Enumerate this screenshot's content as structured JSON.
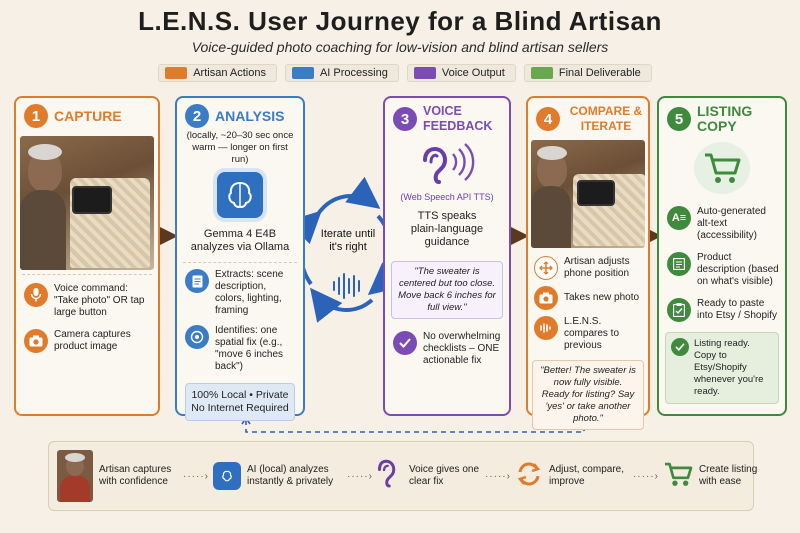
{
  "title": "L.E.N.S. User Journey for a Blind Artisan",
  "subtitle": "Voice-guided photo coaching for low-vision and blind artisan sellers",
  "legend": [
    {
      "label": "Artisan Actions",
      "color": "#e07b2b"
    },
    {
      "label": "AI Processing",
      "color": "#3a7cc6"
    },
    {
      "label": "Voice Output",
      "color": "#7b4cb3"
    },
    {
      "label": "Final Deliverable",
      "color": "#6aa84f"
    }
  ],
  "steps": {
    "capture": {
      "number": "1",
      "title": "CAPTURE",
      "color": "#e07b2b",
      "items": [
        {
          "icon": "microphone-icon",
          "text": "Voice command: \"Take photo\" OR tap large button"
        },
        {
          "icon": "camera-icon",
          "text": "Camera captures product image"
        }
      ]
    },
    "analysis": {
      "number": "2",
      "title": "ANALYSIS",
      "color": "#3a7cc6",
      "note": "(locally, ~20–30 sec once warm — longer on first run)",
      "model": "Gemma 4 E4B analyzes via Ollama",
      "items": [
        {
          "icon": "document-icon",
          "text": "Extracts: scene description, colors, lighting, framing"
        },
        {
          "icon": "target-icon",
          "text": "Identifies: one spatial fix (e.g., \"move 6 inches back\")"
        }
      ],
      "badge_line1": "100% Local • Private",
      "badge_line2": "No Internet Required"
    },
    "loop": {
      "text": "Iterate until it's right"
    },
    "voice": {
      "number": "3",
      "title": "VOICE FEEDBACK",
      "color": "#7b4cb3",
      "api": "(Web Speech API TTS)",
      "tts": "TTS speaks plain-language guidance",
      "quote": "\"The sweater is centered but too close. Move back 6 inches for full view.\"",
      "check": "No overwhelming checklists – ONE actionable fix"
    },
    "compare": {
      "number": "4",
      "title": "COMPARE & ITERATE",
      "color": "#e07b2b",
      "items": [
        {
          "icon": "move-arrows-icon",
          "text": "Artisan adjusts phone position"
        },
        {
          "icon": "camera-icon",
          "text": "Takes new photo"
        },
        {
          "icon": "audio-wave-icon",
          "text": "L.E.N.S. compares to previous"
        }
      ],
      "quote": "\"Better! The sweater is now fully visible. Ready for listing? Say 'yes' or take another photo.\""
    },
    "listing": {
      "number": "5",
      "title": "LISTING COPY",
      "color": "#3f8a3c",
      "items": [
        {
          "icon": "alt-text-icon",
          "text": "Auto-generated alt-text (accessibility)"
        },
        {
          "icon": "product-description-icon",
          "text": "Product description (based on what's visible)"
        },
        {
          "icon": "clipboard-icon",
          "text": "Ready to paste into Etsy / Shopify"
        }
      ],
      "ready": "Listing ready. Copy to Etsy/Shopify whenever you're ready."
    }
  },
  "summary": [
    {
      "icon": "artisan-avatar",
      "text": "Artisan captures with confidence"
    },
    {
      "icon": "brain-chip-icon",
      "text": "AI (local) analyzes instantly & privately"
    },
    {
      "icon": "ear-icon",
      "text": "Voice gives one clear fix"
    },
    {
      "icon": "refresh-arrows-icon",
      "text": "Adjust, compare, improve"
    },
    {
      "icon": "shopping-cart-icon",
      "text": "Create listing with ease"
    }
  ]
}
